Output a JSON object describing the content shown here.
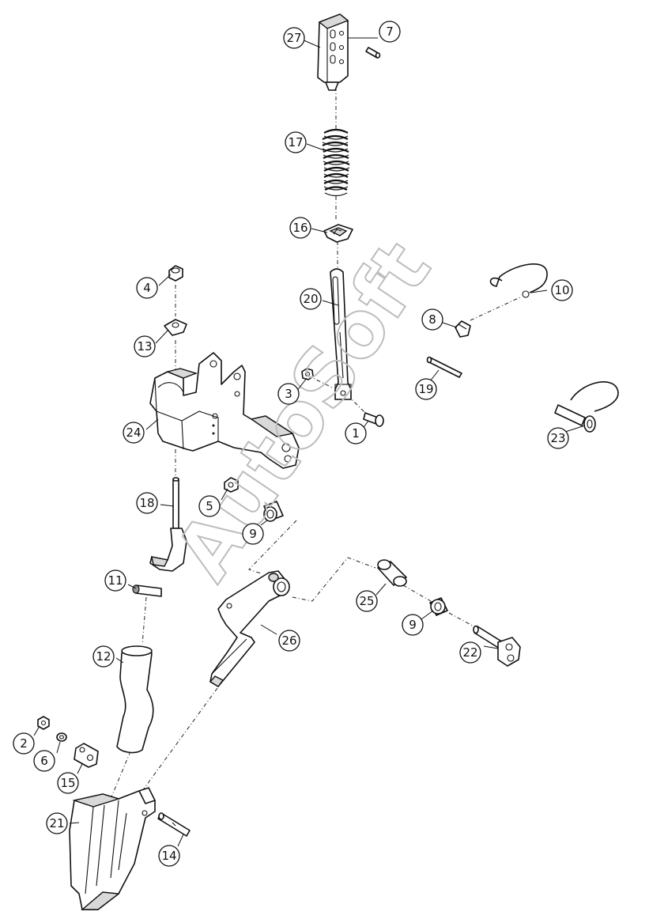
{
  "watermark": "AutoSoft",
  "callouts": [
    "27",
    "7",
    "17",
    "16",
    "20",
    "10",
    "8",
    "19",
    "3",
    "1",
    "23",
    "4",
    "13",
    "24",
    "18",
    "5",
    "9",
    "11",
    "25",
    "9",
    "26",
    "22",
    "12",
    "2",
    "6",
    "15",
    "21",
    "14"
  ]
}
